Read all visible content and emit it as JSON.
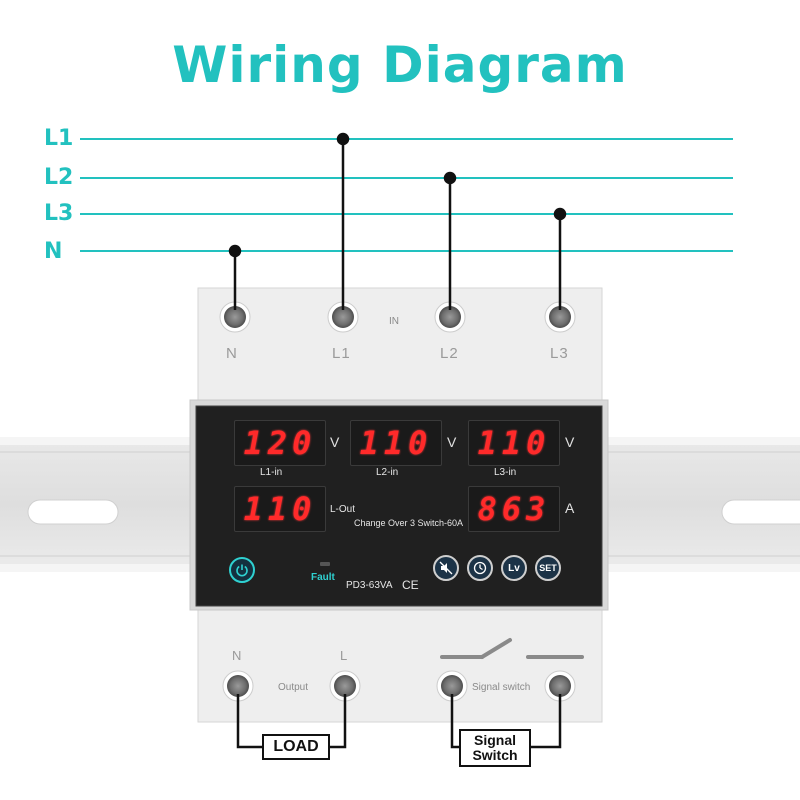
{
  "title": "Wiring Diagram",
  "colors": {
    "accent": "#22c1bf",
    "display_red": "#ff2a2a",
    "panel": "#202020"
  },
  "lines": [
    {
      "label": "L1"
    },
    {
      "label": "L2"
    },
    {
      "label": "L3"
    },
    {
      "label": "N"
    }
  ],
  "top_terminals": {
    "labels": [
      "N",
      "L1",
      "L2",
      "L3"
    ],
    "group_label": "IN"
  },
  "panel": {
    "displays": [
      {
        "value": "120",
        "unit": "V",
        "label": "L1-in"
      },
      {
        "value": "110",
        "unit": "V",
        "label": "L2-in"
      },
      {
        "value": "110",
        "unit": "V",
        "label": "L3-in"
      },
      {
        "value": "110",
        "unit": "",
        "label": "L-Out"
      },
      {
        "value": "863",
        "unit": "A",
        "label": ""
      }
    ],
    "subtitle": "Change Over 3 Switch-60A",
    "fault_label": "Fault",
    "model": "PD3-63VA",
    "ce_mark": "CE",
    "buttons": [
      {
        "icon": "mute-icon"
      },
      {
        "icon": "clock-icon"
      },
      {
        "label": "Lv"
      },
      {
        "label": "SET"
      }
    ]
  },
  "bottom_terminals": {
    "labels": [
      "N",
      "L"
    ],
    "output_label": "Output",
    "signal_label": "Signal switch"
  },
  "load_label": "LOAD",
  "signal_box": {
    "line1": "Signal",
    "line2": "Switch"
  }
}
